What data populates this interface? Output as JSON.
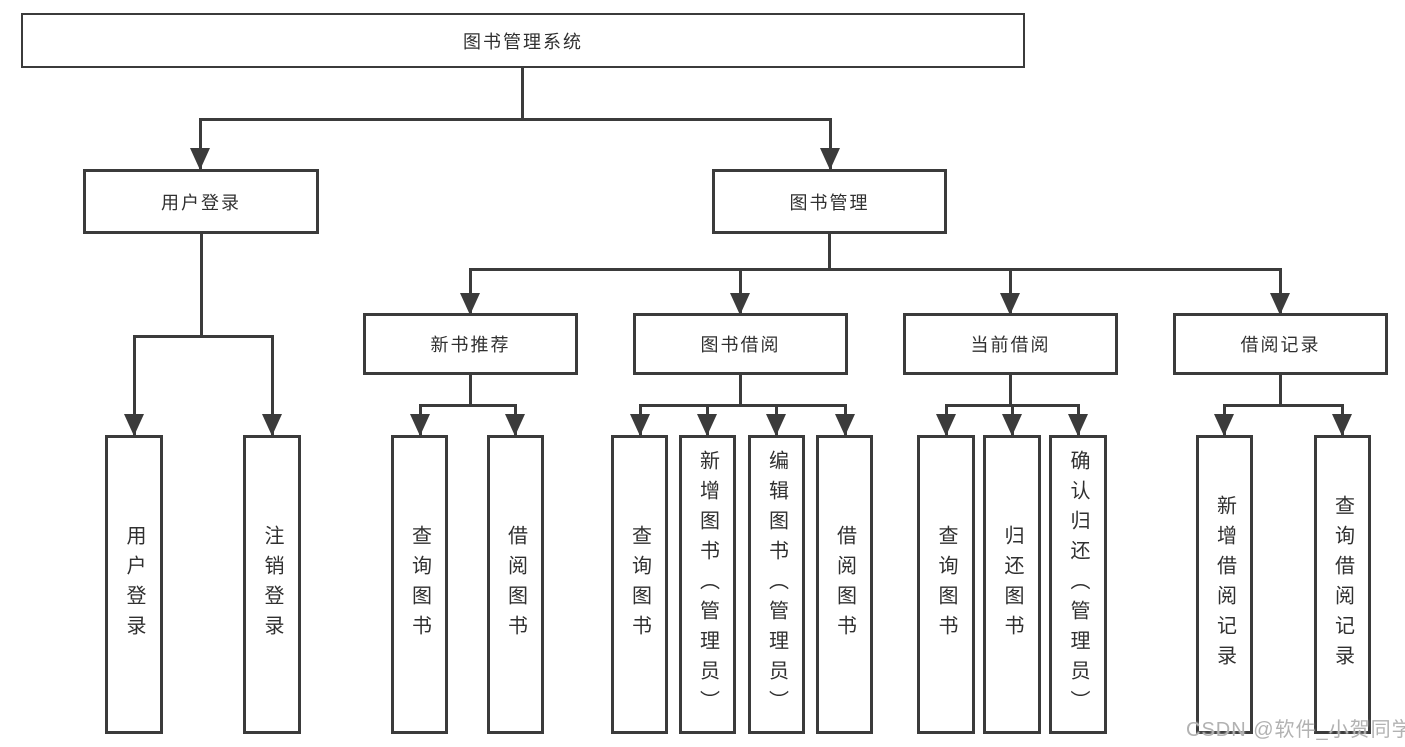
{
  "diagram": {
    "root": {
      "label": "图书管理系统"
    },
    "branches": [
      {
        "label": "用户登录",
        "children": [
          {
            "label": "用户登录"
          },
          {
            "label": "注销登录"
          }
        ]
      },
      {
        "label": "图书管理",
        "children": [
          {
            "label": "新书推荐",
            "children": [
              {
                "label": "查询图书"
              },
              {
                "label": "借阅图书"
              }
            ]
          },
          {
            "label": "图书借阅",
            "children": [
              {
                "label": "查询图书"
              },
              {
                "label": "新增图书（管理员）"
              },
              {
                "label": "编辑图书（管理员）"
              },
              {
                "label": "借阅图书"
              }
            ]
          },
          {
            "label": "当前借阅",
            "children": [
              {
                "label": "查询图书"
              },
              {
                "label": "归还图书"
              },
              {
                "label": "确认归还（管理员）"
              }
            ]
          },
          {
            "label": "借阅记录",
            "children": [
              {
                "label": "新增借阅记录"
              },
              {
                "label": "查询借阅记录"
              }
            ]
          }
        ]
      }
    ],
    "watermark": {
      "text": "CSDN @软件_小贺同学"
    },
    "colors": {
      "line": "#3b3b3b",
      "text": "#303030",
      "background": "#ffffff",
      "watermark": "#b2b2b2"
    }
  }
}
